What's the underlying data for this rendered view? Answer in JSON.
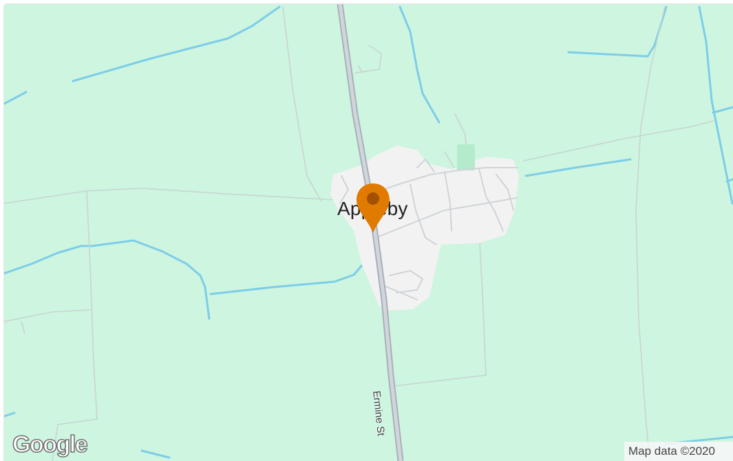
{
  "map": {
    "place_name": "Appleby",
    "road_name": "Ermine St",
    "logo_text": "Google",
    "attribution": "Map data ©2020",
    "colors": {
      "land": "#cdf5e0",
      "water": "#7dcde8",
      "urban": "#f2f2f2",
      "park": "#b4ebcc",
      "major_road": "#b9bfc7",
      "minor_road": "#d7dade",
      "marker_fill": "#e07b00",
      "marker_dot": "#a35000"
    },
    "marker_icon": "map-pin-icon"
  }
}
